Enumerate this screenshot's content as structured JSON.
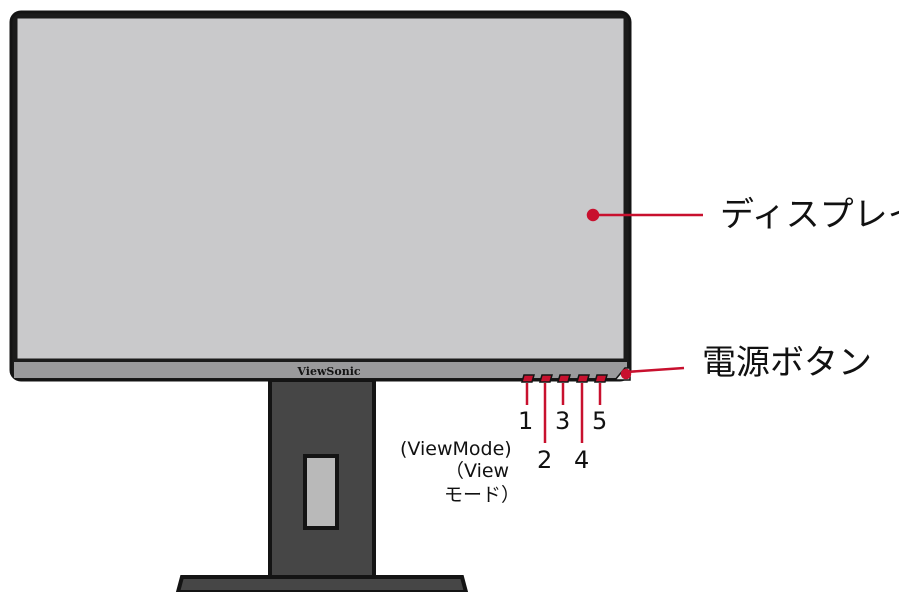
{
  "brand": "ViewSonic",
  "labels": {
    "display": "ディスプレイ",
    "power_button": "電源ボタン"
  },
  "buttons": [
    {
      "number": "1",
      "caption_lines": [
        "(ViewMode)",
        "（View",
        "モード）"
      ]
    },
    {
      "number": "2"
    },
    {
      "number": "3"
    },
    {
      "number": "4"
    },
    {
      "number": "5"
    }
  ],
  "colors": {
    "accent": "#c8102e",
    "screen": "#c9c9cb",
    "bezel": "#1b1b1b",
    "chin": "#9a9a9c",
    "stand": "#464646",
    "outline": "#141414"
  }
}
